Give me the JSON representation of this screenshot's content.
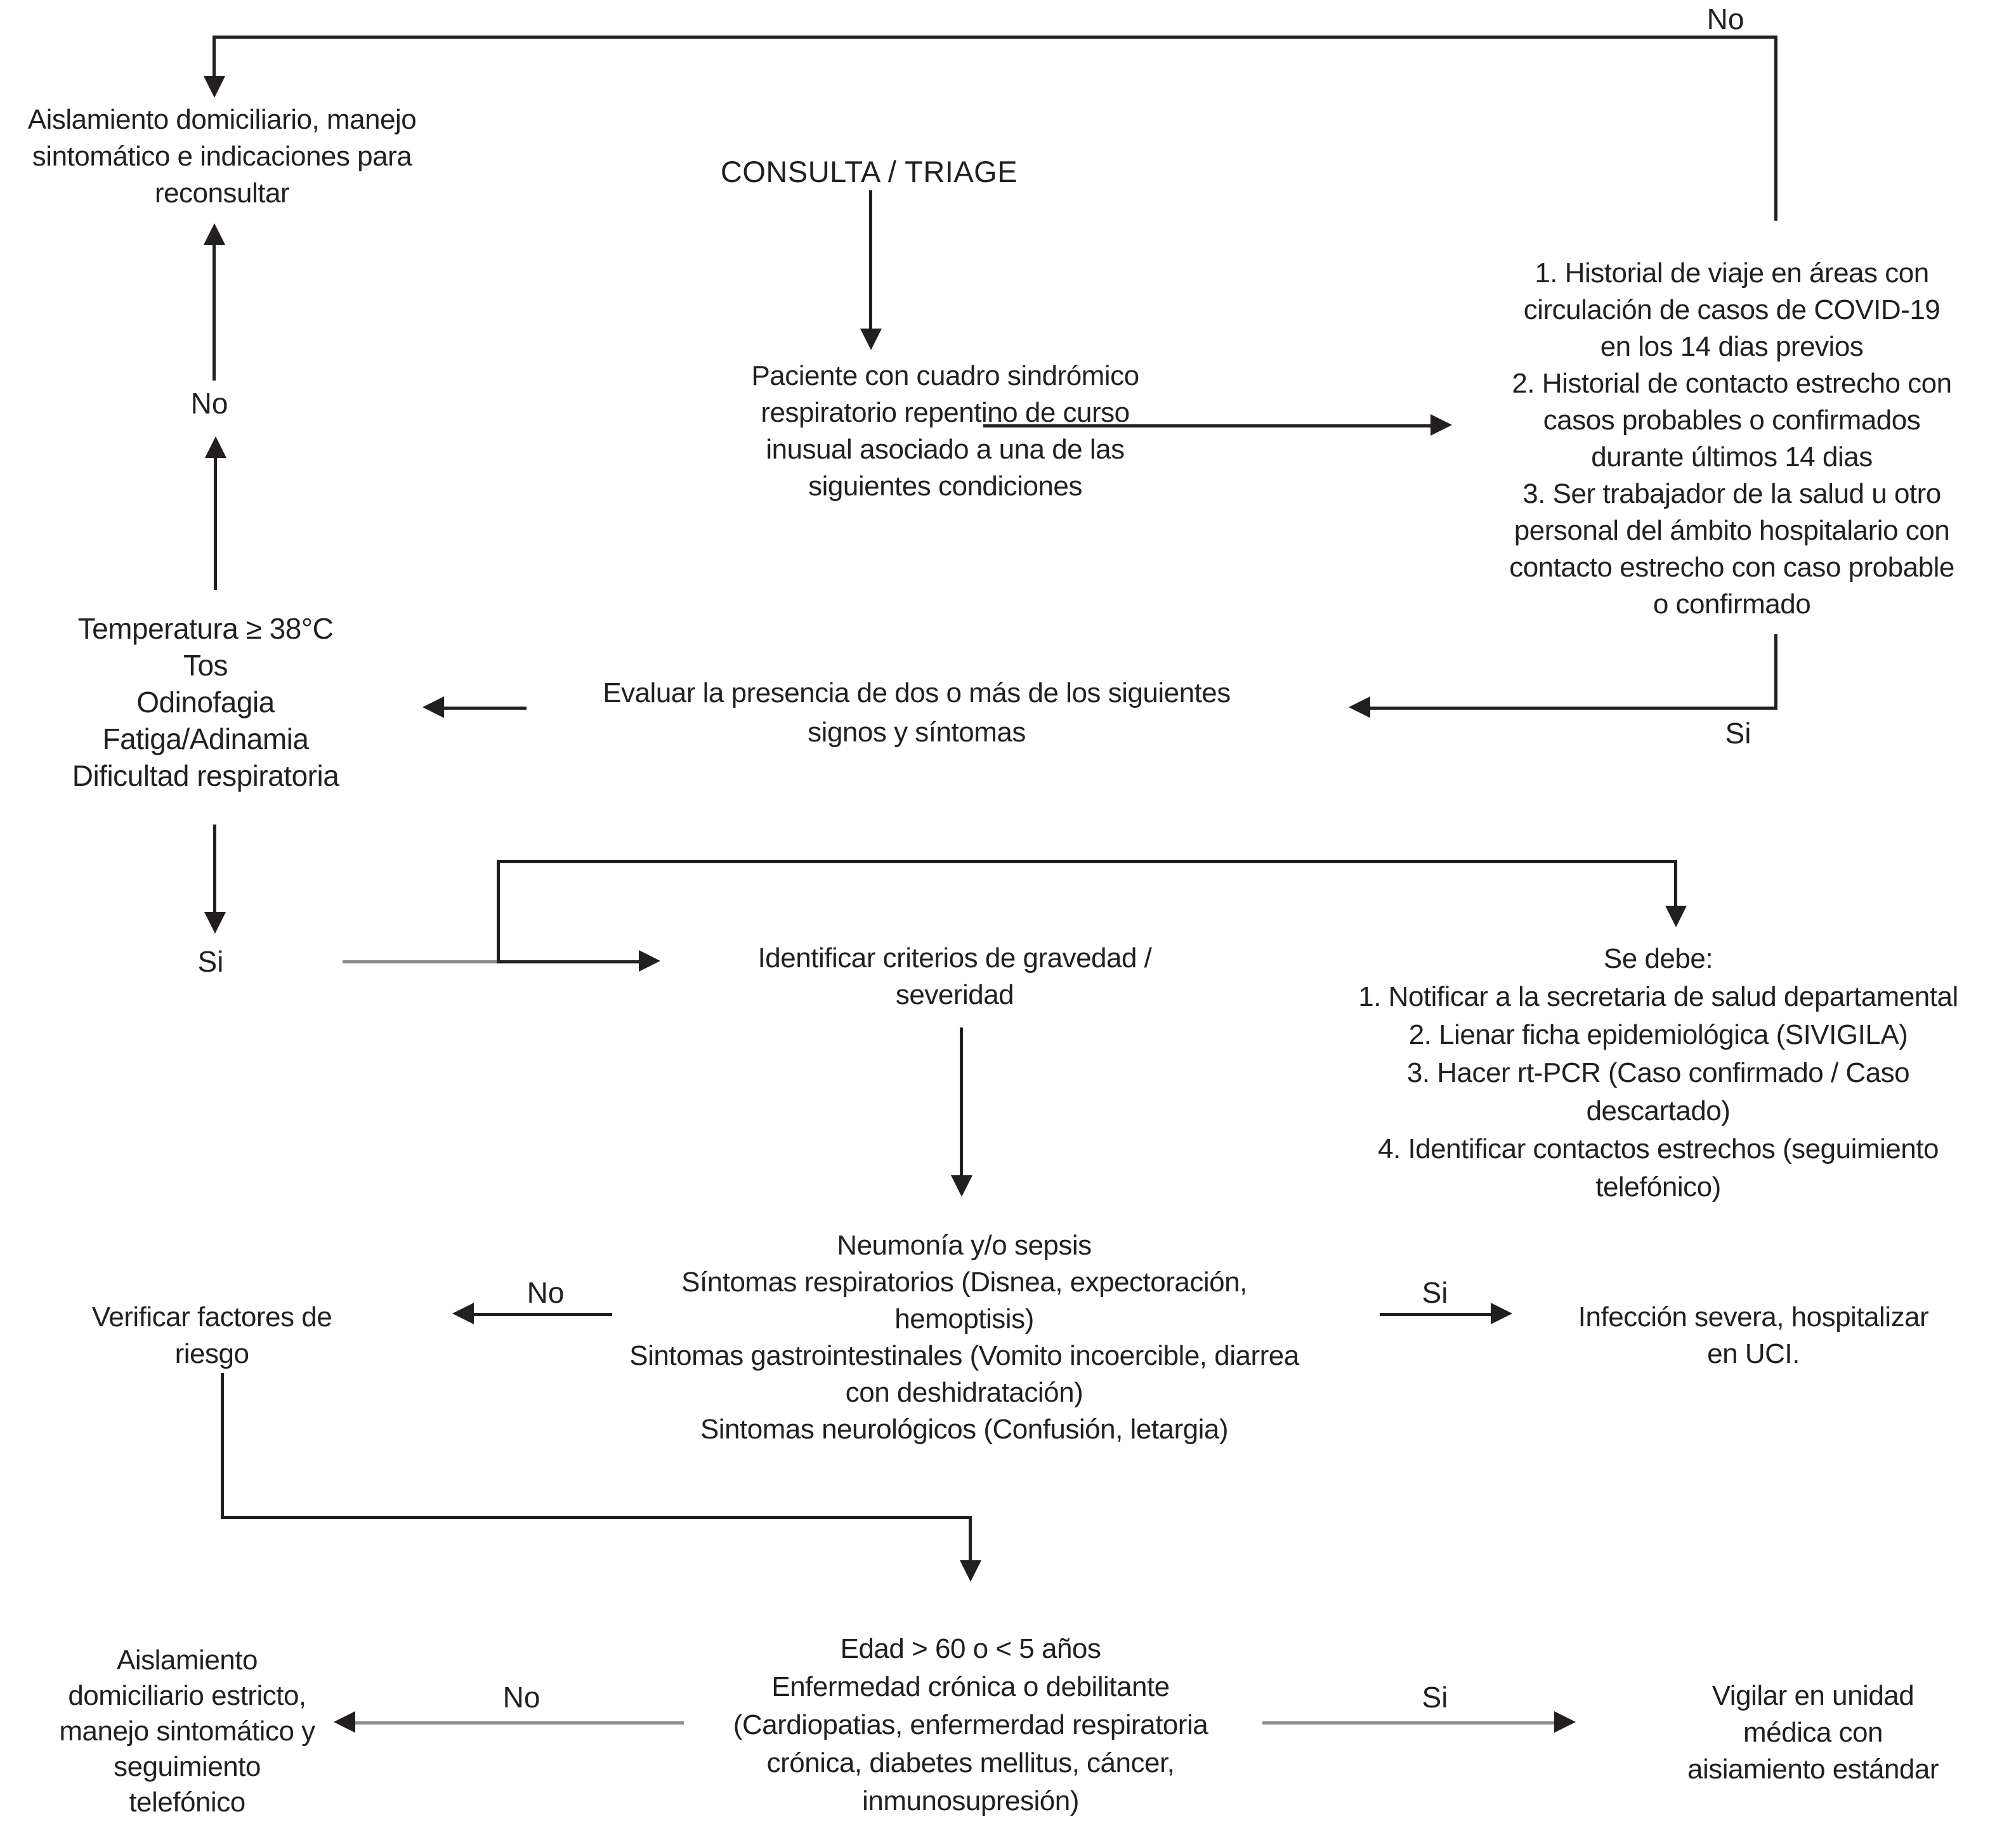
{
  "colors": {
    "ink": "#231f20",
    "gray": "#8c8c8c",
    "background": "#ffffff"
  },
  "labels": {
    "no_top": "No",
    "no_left": "No",
    "si_left": "Si",
    "si_right": "Si",
    "no_mid": "No",
    "si_mid": "Si",
    "no_bottom": "No",
    "si_bottom": "Si"
  },
  "nodes": {
    "consulta": {
      "title": "CONSULTA / TRIAGE"
    },
    "aislamiento_top": {
      "lines": [
        "Aislamiento domiciliario, manejo",
        "sintomático e indicaciones para",
        "reconsultar"
      ]
    },
    "paciente": {
      "lines": [
        "Paciente con cuadro sindrómico",
        "respiratorio repentino de curso",
        "inusual asociado a una de las",
        "siguientes condiciones"
      ]
    },
    "condiciones": {
      "lines": [
        "1. Historial de viaje en áreas con",
        "circulación de casos de COVID-19",
        "en los 14 dias previos",
        "2. Historial de contacto estrecho con",
        "casos probables o confirmados",
        "durante últimos 14 dias",
        "3. Ser trabajador de la salud u otro",
        "personal del ámbito hospitalario con",
        "contacto estrecho con caso probable",
        "o confirmado"
      ]
    },
    "evaluar": {
      "lines": [
        "Evaluar la presencia de dos o más de los siguientes",
        "signos y  síntomas"
      ]
    },
    "sintomas": {
      "lines": [
        "Temperatura ≥ 38°C",
        "Tos",
        "Odinofagia",
        "Fatiga/Adinamia",
        "Dificultad respiratoria"
      ]
    },
    "identificar": {
      "lines": [
        "Identificar criterios de gravedad /",
        "severidad"
      ]
    },
    "se_debe": {
      "lines": [
        "Se debe:",
        "1. Notificar a la secretaria de salud departamental",
        "2. Lienar ficha epidemiológica (SIVIGILA)",
        "3. Hacer rt-PCR (Caso confirmado / Caso",
        "descartado)",
        "4. Identificar contactos estrechos (seguimiento",
        "telefónico)"
      ]
    },
    "neumonia": {
      "lines": [
        "Neumonía y/o sepsis",
        "Síntomas respiratorios (Disnea, expectoración,",
        "hemoptisis)",
        "Sintomas gastrointestinales (Vomito incoercible, diarrea",
        "con deshidratación)",
        "Sintomas neurológicos (Confusión, letargia)"
      ]
    },
    "verificar": {
      "lines": [
        "Verificar factores de",
        "riesgo"
      ]
    },
    "uci": {
      "lines": [
        "Infección severa, hospitalizar",
        "en UCI."
      ]
    },
    "edad": {
      "lines": [
        "Edad > 60 o < 5 años",
        "Enfermedad crónica o  debilitante",
        "(Cardiopatias, enfermerdad respiratoria",
        "crónica, diabetes mellitus, cáncer,",
        "inmunosupresión)"
      ]
    },
    "aislamiento_bottom": {
      "lines": [
        "Aislamiento",
        "domiciliario estricto,",
        "manejo sintomático y",
        "seguimiento",
        "telefónico"
      ]
    },
    "vigilar": {
      "lines": [
        "Vigilar en unidad",
        "médica con",
        "aisiamiento estándar"
      ]
    }
  }
}
